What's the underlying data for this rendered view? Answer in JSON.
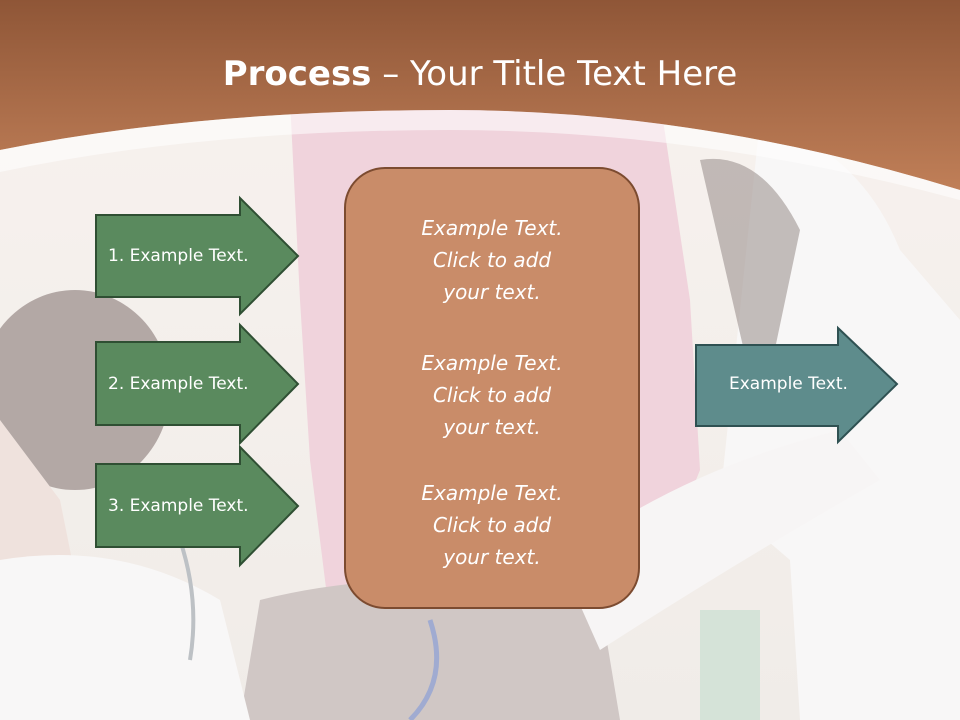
{
  "slide": {
    "title_bold": "Process",
    "title_rest": " – Your Title Text Here",
    "steps": [
      {
        "label": "1. Example Text."
      },
      {
        "label": "2. Example Text."
      },
      {
        "label": "3. Example Text."
      }
    ],
    "center_blocks": [
      {
        "line1": "Example Text.",
        "line2": "Click  to add",
        "line3": "your text."
      },
      {
        "line1": "Example Text.",
        "line2": "Click  to add",
        "line3": "your text."
      },
      {
        "line1": "Example Text.",
        "line2": "Click  to add",
        "line3": "your text."
      }
    ],
    "result_label": "Example Text."
  },
  "colors": {
    "header_brown": "#b97a55",
    "center_box": "#c98c69",
    "step_arrow_green": "#5a8a5e",
    "result_arrow_teal": "#5e8c8c"
  }
}
